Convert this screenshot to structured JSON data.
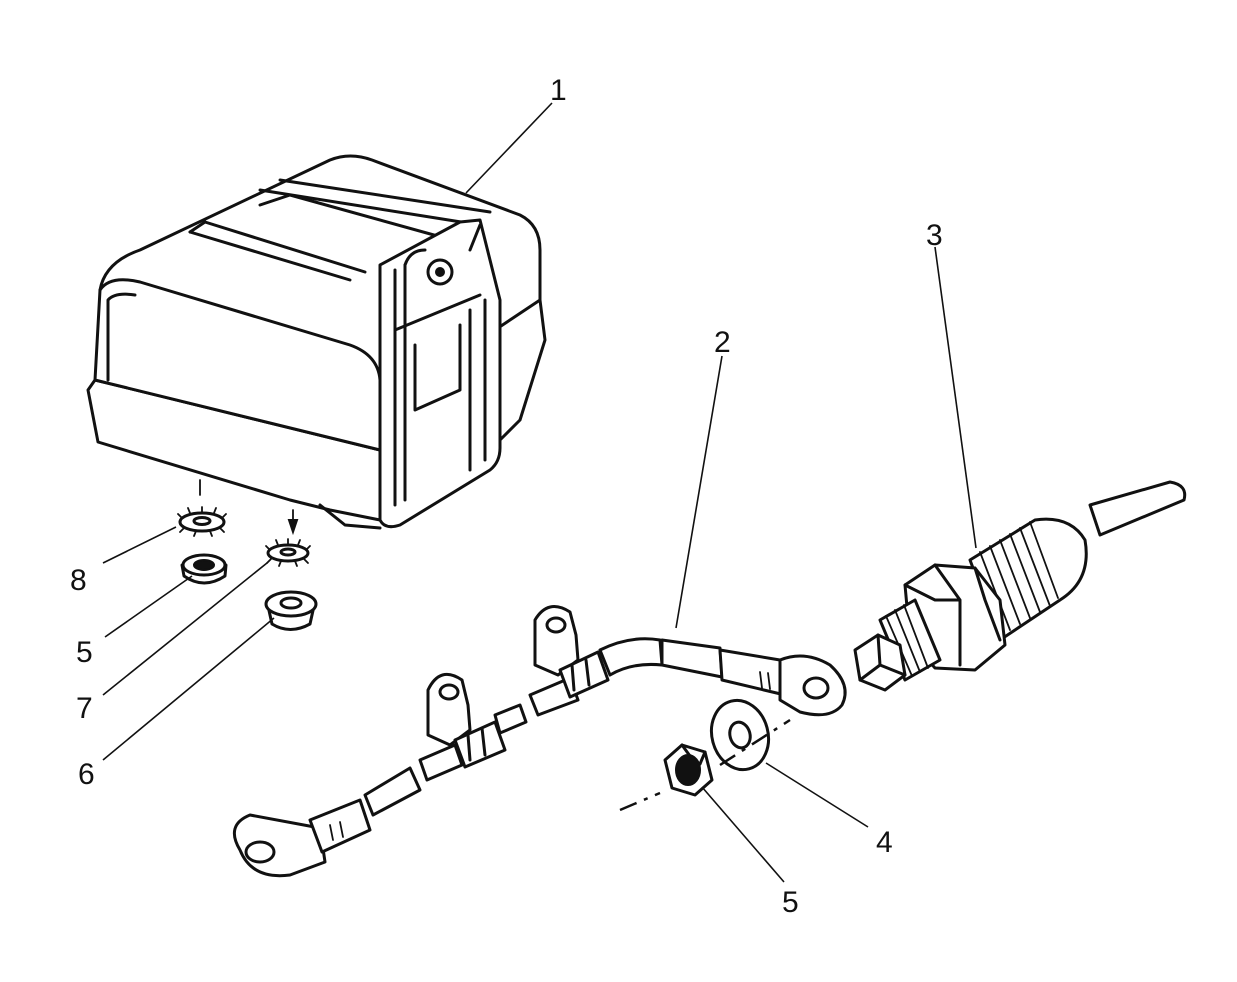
{
  "callouts": [
    {
      "id": "c1",
      "label": "1"
    },
    {
      "id": "c2",
      "label": "2"
    },
    {
      "id": "c3",
      "label": "3"
    },
    {
      "id": "c4",
      "label": "4"
    },
    {
      "id": "c5a",
      "label": "5"
    },
    {
      "id": "c5b",
      "label": "5"
    },
    {
      "id": "c6",
      "label": "6"
    },
    {
      "id": "c7",
      "label": "7"
    },
    {
      "id": "c8",
      "label": "8"
    }
  ],
  "colors": {
    "ink": "#111111",
    "paper": "#ffffff"
  }
}
